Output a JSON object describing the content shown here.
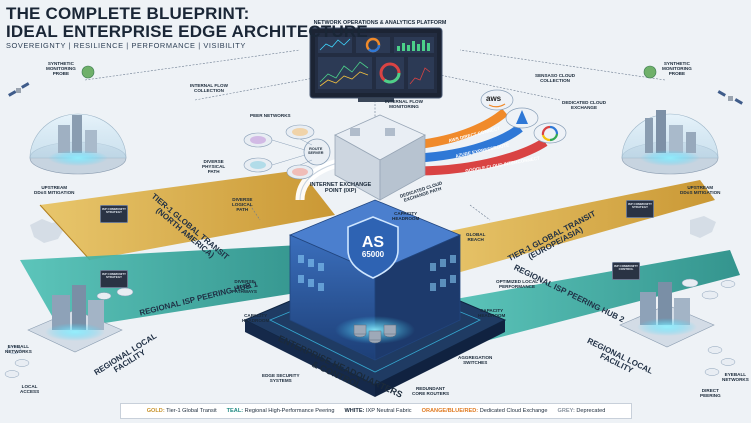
{
  "title": {
    "line1": "THE COMPLETE BLUEPRINT:",
    "line2": "IDEAL ENTERPRISE EDGE ARCHITECTURE",
    "subtitle": "SOVEREIGNTY | RESILIENCE | PERFORMANCE | VISIBILITY"
  },
  "platform": {
    "label": "NETWORK OPERATIONS & ANALYTICS PLATFORM"
  },
  "labels": {
    "internal_flow_collection": "INTERNAL FLOW\nCOLLECTION",
    "internal_flow_monitoring": "INTERNAL FLOW\nMONITORING",
    "sensaso_cloud": "SENSASO CLOUD\nCOLLECTION",
    "dedicated_cloud_exchange": "DEDICATED CLOUD\nEXCHANGE",
    "peer_networks": "PEER NETWORKS",
    "route_server": "ROUTE\nSERVER",
    "ixp": "INTERNET EXCHANGE\nPOINT (IXP)",
    "diverse_physical_path": "DIVERSE\nPHYSICAL\nPATH",
    "diverse_logical_path": "DIVERSE\nLOGICAL\nPATH",
    "capacity_headroom_top": "CAPACITY\nHEADROOM",
    "capacity_headroom_left": "CAPACITY\nHEADROOM",
    "capacity_headroom_right": "CAPACITY\nHEADROOM",
    "global_reach": "GLOBAL\nREACH",
    "synthetic_left": "SYNTHETIC\nMONITORING\nPROBE",
    "synthetic_right": "SYNTHETIC\nMONITORING\nPROBE",
    "upstream_left": "UPSTREAM\nDDoS MITIGATION",
    "upstream_right": "UPSTREAM\nDDoS MITIGATION",
    "tier1_na": "TIER-1 GLOBAL TRANSIT\n(NORTH AMERICA)",
    "tier1_eu": "TIER-1 GLOBAL TRANSIT\n(EUROPE/ASIA)",
    "hub1": "REGIONAL ISP PEERING HUB 1",
    "hub2": "REGIONAL ISP PEERING HUB 2",
    "local_left": "REGIONAL LOCAL\nFACILITY",
    "local_right": "REGIONAL LOCAL\nFACILITY",
    "eyeball_left": "EYEBALL\nNETWORKS",
    "eyeball_right": "EYEBALL\nNETWORKS",
    "local_access": "LOCAL\nACCESS",
    "direct_peering": "DIRECT\nPEERING",
    "diverse_local": "DIVERSE\nLOCAL\nPATHWAYS",
    "optimized_local": "OPTIMIZED LOCAL\nPERFORMANCE",
    "edge_security": "EDGE SECURITY\nSYSTEMS",
    "aggregation": "AGGREGATION\nSWITCHES",
    "redundant_core": "REDUNDANT\nCORE ROUTERS",
    "enterprise_hq": "ENTERPRISE HEADQUARTERS\n& CONTROL",
    "aws_direct": "AWS DIRECT CONNECT",
    "azure_express": "AZURE EXPRESSROUTE",
    "google_interconnect": "GOOGLE CLOUD INTERCONNECT",
    "dedicated_path": "DEDICATED CLOUD\nEXCHANGE PATH"
  },
  "clouds": {
    "aws": "aws"
  },
  "as_badge": {
    "as": "AS",
    "number": "65000"
  },
  "cards": {
    "card1": "ISP COMMUNITY\nSTRATEGY",
    "card2": "ISP COMMUNITY\nSTRATEGY",
    "card3": "ISP COMMUNITY\nSTRATEGY",
    "card4": "ISP COMMUNITY\nCONTROL"
  },
  "legend": {
    "gold_key": "GOLD:",
    "gold_text": "Tier-1 Global Transit",
    "teal_key": "TEAL:",
    "teal_text": "Regional High-Performance Peering",
    "white_key": "WHITE:",
    "white_text": "IXP Neutral Fabric",
    "obr_key": "ORANGE/BLUE/RED:",
    "obr_text": "Dedicated Cloud Exchange",
    "grey_key": "GREY:",
    "grey_text": "Deprecated"
  },
  "colors": {
    "gold": "#d9a93a",
    "teal": "#2aa39a",
    "white": "#ffffff",
    "orange": "#f08a2a",
    "blue": "#2f78d6",
    "red": "#d94343",
    "grey": "#9aa4b0",
    "hq_blue": "#2d5fa8",
    "glow": "#3fd7ff"
  }
}
